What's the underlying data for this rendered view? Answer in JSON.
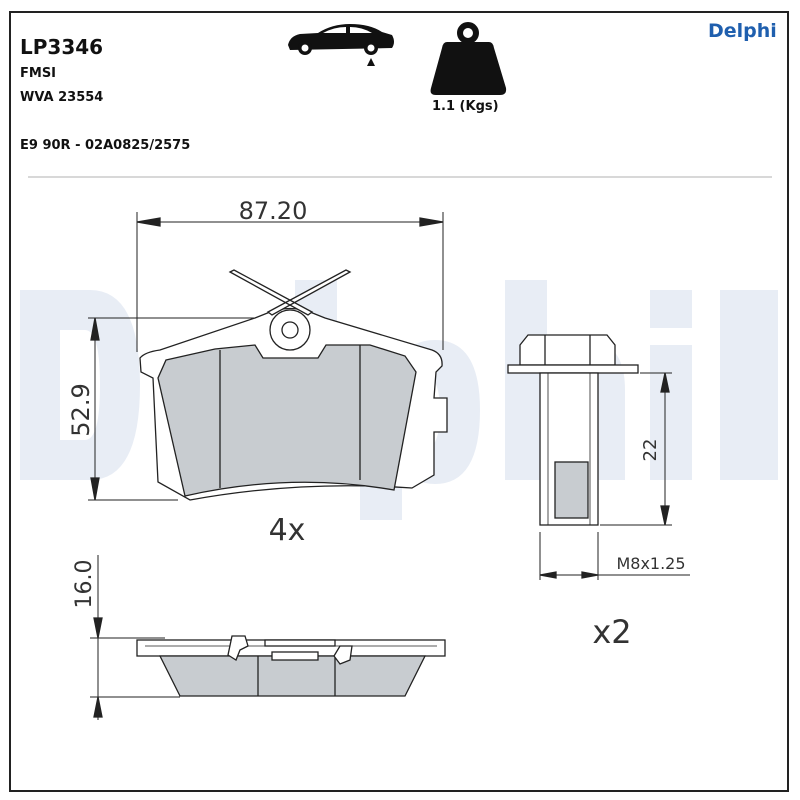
{
  "header": {
    "part_number": "LP3346",
    "fmsi_label": "FMSI",
    "wva": "WVA 23554",
    "approval": "E9 90R - 02A0825/2575",
    "weight": "1.1 (Kgs)",
    "brand": "Delphi",
    "icons": [
      "car-rear-axle-icon",
      "weight-icon"
    ]
  },
  "drawing": {
    "width_dim": "87.20",
    "height_dim": "52.9",
    "pad_qty": "4x",
    "thickness_dim": "16.0",
    "bolt_length_dim": "22",
    "bolt_thread_dim": "M8x1.25",
    "bolt_qty": "x2"
  },
  "colors": {
    "brand": "#1f5fae",
    "watermark": "#e8edf5",
    "friction": "#c8ccd0"
  }
}
